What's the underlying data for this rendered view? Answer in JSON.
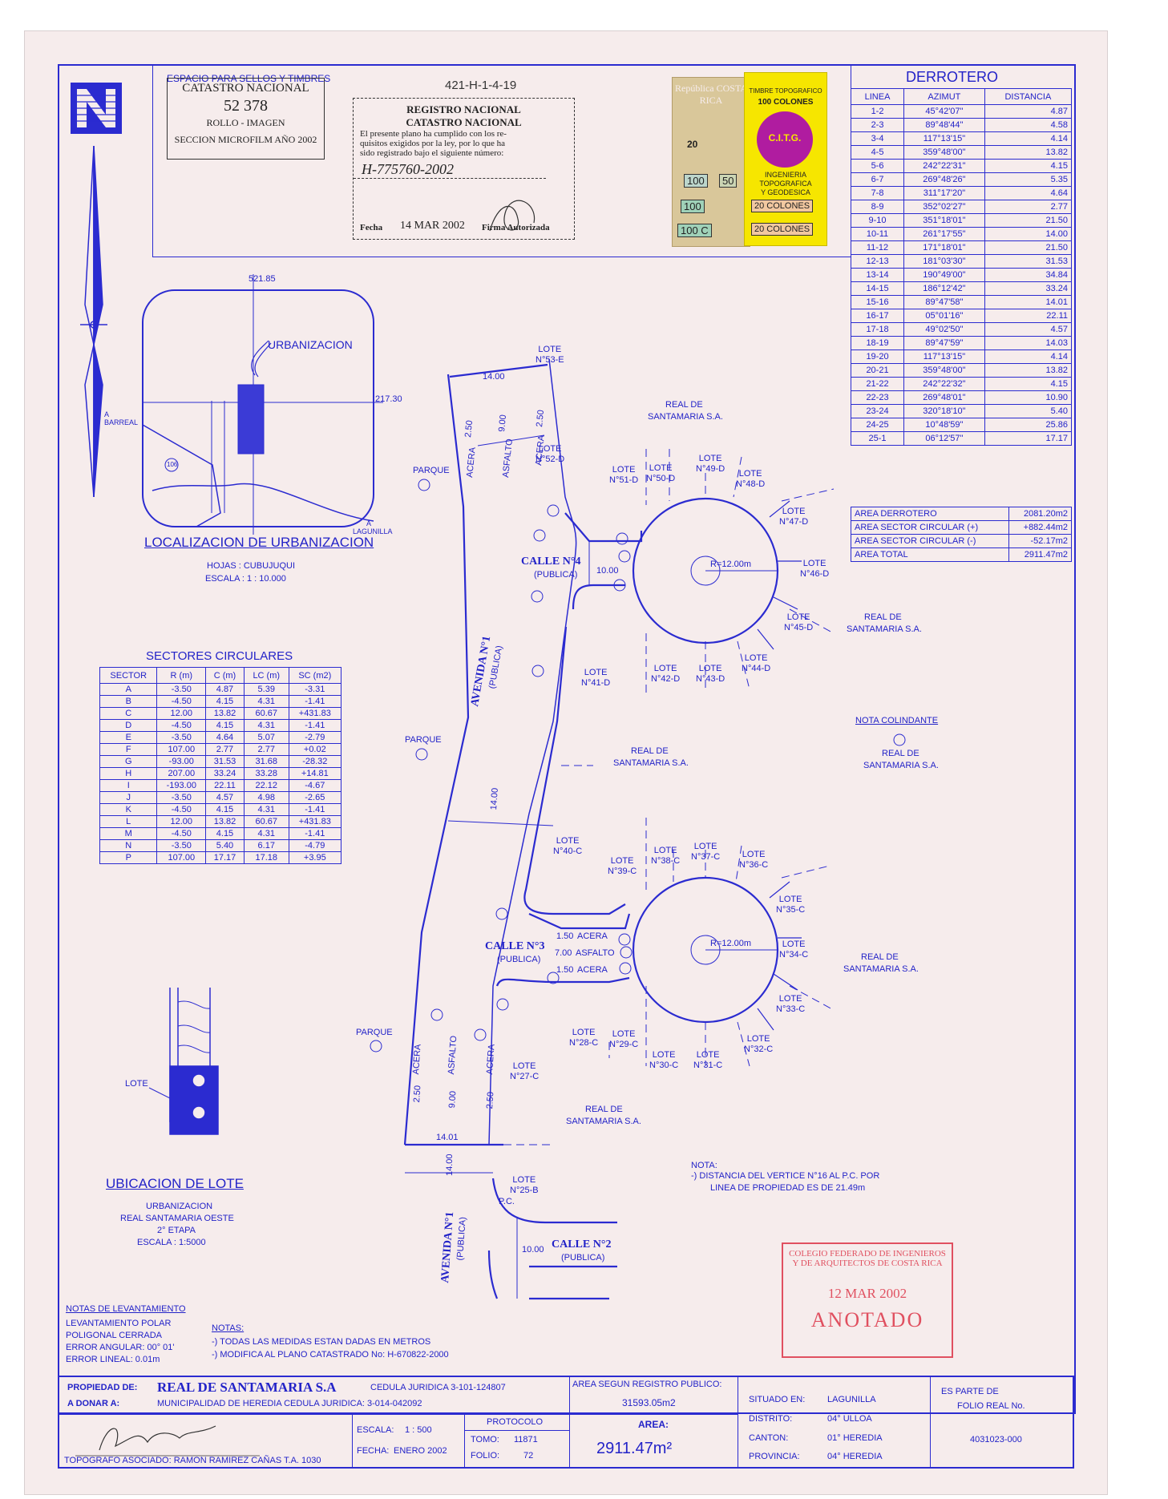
{
  "stamps": {
    "sellos_label": "ESPACIO PARA SELLOS Y TIMBRES",
    "catastro_title": "CATASTRO NACIONAL",
    "catastro_number": "52   378",
    "catastro_rollo": "ROLLO - IMAGEN",
    "catastro_seccion": "SECCION MICROFILM AÑO 2002",
    "plano_code": "421-H-1-4-19",
    "registro_title": "REGISTRO NACIONAL",
    "registro_subtitle": "CATASTRO NACIONAL",
    "registro_text1": "El presente plano ha cumplido con los re-",
    "registro_text2": "quisitos exigidos por la ley, por lo que ha",
    "registro_text3": "sido registrado bajo el siguiente número:",
    "registro_number": "H-775760-2002",
    "registro_fecha_label": "Fecha",
    "registro_fecha": "14 MAR 2002",
    "registro_firma": "Firma Autorizada",
    "timbre_label": "TIMBRE TOPOGRAFICO",
    "timbre_value": "100 COLONES",
    "timbre_logo": "C.I.T.G.",
    "timbre_line1": "INGENIERIA",
    "timbre_line2": "TOPOGRAFICA",
    "timbre_line3": "Y GEODESICA",
    "timbre_20_1": "20 COLONES",
    "timbre_20_2": "20 COLONES",
    "republica": "República COSTA RICA",
    "stamp_100": "100",
    "stamp_50": "50",
    "stamp_100c": "100 C",
    "stamp_20": "20",
    "colegio_line1": "COLEGIO FEDERADO DE INGENIEROS",
    "colegio_line2": "Y DE ARQUITECTOS DE COSTA RICA",
    "colegio_date": "12 MAR 2002",
    "colegio_anotado": "ANOTADO"
  },
  "derrotero": {
    "title": "DERROTERO",
    "headers": [
      "LINEA",
      "AZIMUT",
      "DISTANCIA"
    ],
    "rows": [
      [
        "1-2",
        "45°42'07\"",
        "4.87"
      ],
      [
        "2-3",
        "89°48'44\"",
        "4.58"
      ],
      [
        "3-4",
        "117°13'15\"",
        "4.14"
      ],
      [
        "4-5",
        "359°48'00\"",
        "13.82"
      ],
      [
        "5-6",
        "242°22'31\"",
        "4.15"
      ],
      [
        "6-7",
        "269°48'26\"",
        "5.35"
      ],
      [
        "7-8",
        "311°17'20\"",
        "4.64"
      ],
      [
        "8-9",
        "352°02'27\"",
        "2.77"
      ],
      [
        "9-10",
        "351°18'01\"",
        "21.50"
      ],
      [
        "10-11",
        "261°17'55\"",
        "14.00"
      ],
      [
        "11-12",
        "171°18'01\"",
        "21.50"
      ],
      [
        "12-13",
        "181°03'30\"",
        "31.53"
      ],
      [
        "13-14",
        "190°49'00\"",
        "34.84"
      ],
      [
        "14-15",
        "186°12'42\"",
        "33.24"
      ],
      [
        "15-16",
        "89°47'58\"",
        "14.01"
      ],
      [
        "16-17",
        "05°01'16\"",
        "22.11"
      ],
      [
        "17-18",
        "49°02'50\"",
        "4.57"
      ],
      [
        "18-19",
        "89°47'59\"",
        "14.03"
      ],
      [
        "19-20",
        "117°13'15\"",
        "4.14"
      ],
      [
        "20-21",
        "359°48'00\"",
        "13.82"
      ],
      [
        "21-22",
        "242°22'32\"",
        "4.15"
      ],
      [
        "22-23",
        "269°48'01\"",
        "10.90"
      ],
      [
        "23-24",
        "320°18'10\"",
        "5.40"
      ],
      [
        "24-25",
        "10°48'59\"",
        "25.86"
      ],
      [
        "25-1",
        "06°12'57\"",
        "17.17"
      ]
    ],
    "areas": [
      [
        "AREA DERROTERO",
        "2081.20m2"
      ],
      [
        "AREA SECTOR CIRCULAR (+)",
        "+882.44m2"
      ],
      [
        "AREA SECTOR CIRCULAR (-)",
        "-52.17m2"
      ],
      [
        "AREA TOTAL",
        "2911.47m2"
      ]
    ]
  },
  "localizacion": {
    "title": "LOCALIZACION DE URBANIZACION",
    "hojas": "HOJAS :   CUBUJUQUI",
    "escala": "ESCALA :   1 : 10.000",
    "urbanizacion": "URBANIZACION",
    "coord_top": "521.85",
    "coord_right": "217.30",
    "barreal": "A BARREAL",
    "lagunilla": "A LAGUNILLA",
    "route": "106"
  },
  "sectores": {
    "title": "SECTORES CIRCULARES",
    "headers": [
      "SECTOR",
      "R (m)",
      "C (m)",
      "LC (m)",
      "SC (m2)"
    ],
    "rows": [
      [
        "A",
        "-3.50",
        "4.87",
        "5.39",
        "-3.31"
      ],
      [
        "B",
        "-4.50",
        "4.15",
        "4.31",
        "-1.41"
      ],
      [
        "C",
        "12.00",
        "13.82",
        "60.67",
        "+431.83"
      ],
      [
        "D",
        "-4.50",
        "4.15",
        "4.31",
        "-1.41"
      ],
      [
        "E",
        "-3.50",
        "4.64",
        "5.07",
        "-2.79"
      ],
      [
        "F",
        "107.00",
        "2.77",
        "2.77",
        "+0.02"
      ],
      [
        "G",
        "-93.00",
        "31.53",
        "31.68",
        "-28.32"
      ],
      [
        "H",
        "207.00",
        "33.24",
        "33.28",
        "+14.81"
      ],
      [
        "I",
        "-193.00",
        "22.11",
        "22.12",
        "-4.67"
      ],
      [
        "J",
        "-3.50",
        "4.57",
        "4.98",
        "-2.65"
      ],
      [
        "K",
        "-4.50",
        "4.15",
        "4.31",
        "-1.41"
      ],
      [
        "L",
        "12.00",
        "13.82",
        "60.67",
        "+431.83"
      ],
      [
        "M",
        "-4.50",
        "4.15",
        "4.31",
        "-1.41"
      ],
      [
        "N",
        "-3.50",
        "5.40",
        "6.17",
        "-4.79"
      ],
      [
        "P",
        "107.00",
        "17.17",
        "17.18",
        "+3.95"
      ]
    ]
  },
  "ubicacion": {
    "title": "UBICACION DE LOTE",
    "line1": "URBANIZACION",
    "line2": "REAL  SANTAMARIA OESTE",
    "line3": "2° ETAPA",
    "line4": "ESCALA  :  1:5000",
    "lote": "LOTE"
  },
  "plan": {
    "calle4": "CALLE N°4",
    "calle3": "CALLE N°3",
    "calle2": "CALLE N°2",
    "publica": "(PUBLICA)",
    "avenida1": "AVENIDA N°1",
    "parque": "PARQUE",
    "acera": "ACERA",
    "asfalto": "ASFALTO",
    "radio": "R=12.00m",
    "real_de": "REAL DE",
    "santamaria": "SANTAMARIA S.A.",
    "nota_colindante": "NOTA COLINDANTE",
    "pc": "P.C.",
    "d_14_00": "14.00",
    "d_14_01": "14.01",
    "d_10_00": "10.00",
    "d_9_00": "9.00",
    "d_2_50": "2.50",
    "d_1_50": "1.50",
    "d_7_00": "7.00",
    "lote": "LOTE",
    "lotes_top": [
      "N°53-E",
      "N°52-D",
      "N°51-D",
      "N°50-D",
      "N°49-D",
      "N°48-D",
      "N°47-D",
      "N°46-D",
      "N°45-D",
      "N°44-D",
      "N°43-D",
      "N°42-D",
      "N°41-D"
    ],
    "lotes_bottom": [
      "N°40-C",
      "N°39-C",
      "N°38-C",
      "N°37-C",
      "N°36-C",
      "N°35-C",
      "N°34-C",
      "N°33-C",
      "N°32-C",
      "N°31-C",
      "N°30-C",
      "N°29-C",
      "N°28-C",
      "N°27-C",
      "N°25-B"
    ],
    "nota_title": "NOTA:",
    "nota_line1": "-) DISTANCIA DEL VERTICE N°16 AL P.C. POR",
    "nota_line2": "LINEA DE PROPIEDAD ES DE 21.49m"
  },
  "notas": {
    "levantamiento_title": "NOTAS DE LEVANTAMIENTO",
    "lev1": "LEVANTAMIENTO POLAR",
    "lev2": "POLIGONAL CERRADA",
    "lev3": "ERROR ANGULAR: 00° 01'",
    "lev4": "ERROR LINEAL: 0.01m",
    "notas_title": "NOTAS:",
    "nota1": "-) TODAS LAS MEDIDAS ESTAN DADAS EN METROS",
    "nota2": "-) MODIFICA AL PLANO CATASTRADO No: H-670822-2000"
  },
  "titleblock": {
    "propiedad_label": "PROPIEDAD DE:",
    "propiedad_value": "REAL DE SANTAMARIA S.A",
    "propiedad_cedula": "CEDULA JURIDICA 3-101-124807",
    "donar_label": "A DONAR A:",
    "donar_value": "MUNICIPALIDAD DE HEREDIA  CEDULA JURIDICA: 3-014-042092",
    "area_registro_label": "AREA SEGUN REGISTRO PUBLICO:",
    "area_registro_value": "31593.05m2",
    "situado_label": "SITUADO EN:",
    "situado_value": "LAGUNILLA",
    "distrito_label": "DISTRITO:",
    "distrito_value": "04° ULLOA",
    "canton_label": "CANTON:",
    "canton_value": "01° HEREDIA",
    "provincia_label": "PROVINCIA:",
    "provincia_value": "04° HEREDIA",
    "folio_label1": "ES PARTE DE",
    "folio_label2": "FOLIO REAL No.",
    "folio_value": "4031023-000",
    "escala_label": "ESCALA:",
    "escala_value": "1 : 500",
    "fecha_label": "FECHA:",
    "fecha_value": "ENERO 2002",
    "protocolo_label": "PROTOCOLO",
    "tomo_label": "TOMO:",
    "tomo_value": "11871",
    "folio2_label": "FOLIO:",
    "folio2_value": "72",
    "area_label": "AREA:",
    "area_value": "2911.47m²",
    "topografo": "TOPOGRAFO ASOCIADO: RAMON RAMIREZ CAÑAS  T.A. 1030"
  },
  "colors": {
    "ink": "#2323c8",
    "paper": "#f6ecec",
    "stamp_red": "#e05060",
    "timbre_yellow": "#f6e600",
    "timbre_magenta": "#b01ca0"
  }
}
